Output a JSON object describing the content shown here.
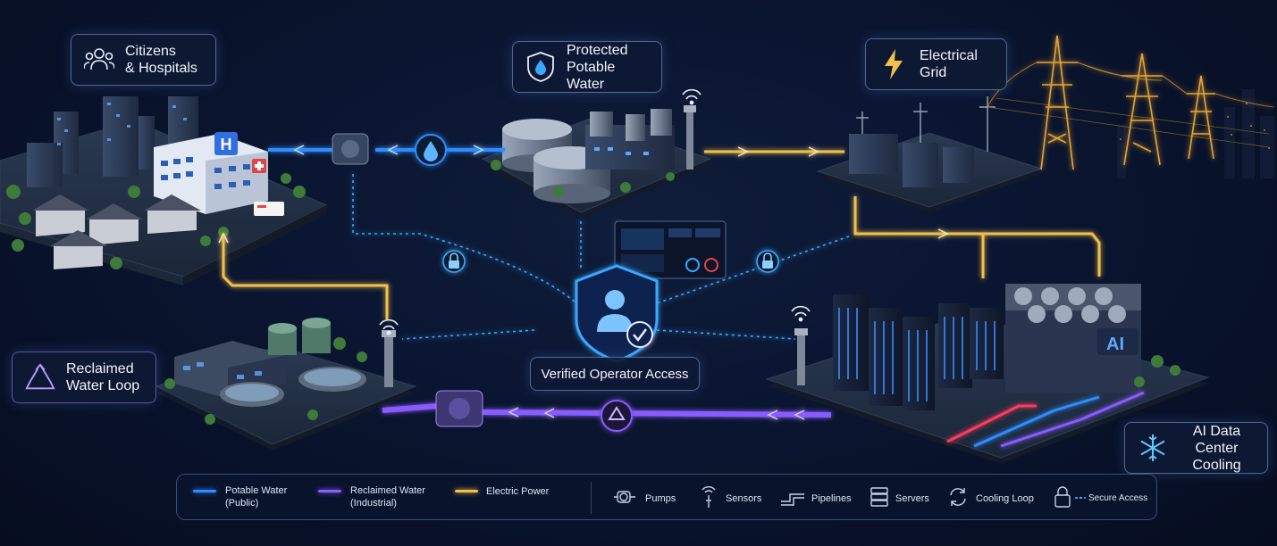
{
  "callouts": {
    "citizens": "Citizens\n& Hospitals",
    "potable": "Protected\nPotable Water",
    "grid": "Electrical\nGrid",
    "reclaimed": "Reclaimed\nWater Loop",
    "operator": "Verified Operator Access",
    "datacenter": "AI Data Center\nCooling"
  },
  "hospital_sign": "H",
  "datacenter_sign": "AI",
  "legend": {
    "potable": "Potable Water\n(Public)",
    "reclaimed": "Reclaimed Water\n(Industrial)",
    "power": "Electric Power",
    "pumps": "Pumps",
    "sensors": "Sensors",
    "pipelines": "Pipelines",
    "servers": "Servers",
    "cooling": "Cooling Loop",
    "secure": "Secure Access"
  },
  "colors": {
    "potable": "#2f8cff",
    "reclaimed": "#8a5cff",
    "power": "#f2c04a",
    "secure": "#3aa8ff",
    "background": "#0a1530"
  },
  "icons": {
    "citizens": "people-group-icon",
    "potable": "water-shield-icon",
    "grid": "lightning-bolt-icon",
    "reclaimed": "recycle-icon",
    "operator": "verified-user-shield-icon",
    "datacenter": "snowflake-icon"
  }
}
